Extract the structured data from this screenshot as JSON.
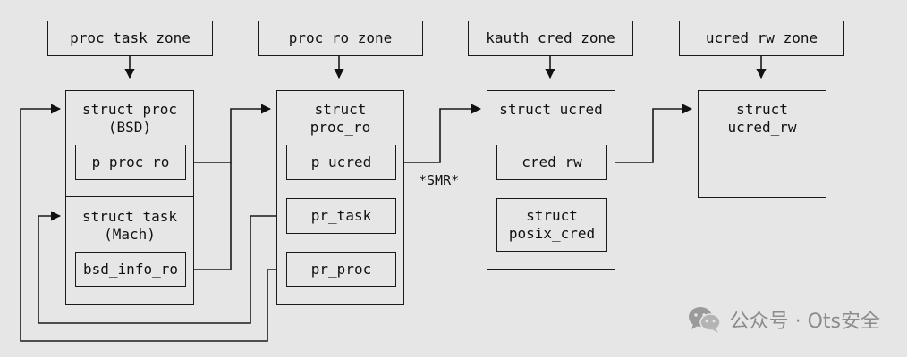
{
  "zones": {
    "proc_task": "proc_task_zone",
    "proc_ro": "proc_ro zone",
    "kauth_cred": "kauth_cred zone",
    "ucred_rw": "ucred_rw_zone"
  },
  "struct_proc": {
    "title": "struct proc",
    "subtitle": "(BSD)",
    "field": "p_proc_ro"
  },
  "struct_task": {
    "title": "struct task",
    "subtitle": "(Mach)",
    "field": "bsd_info_ro"
  },
  "struct_proc_ro": {
    "title": "struct\nproc_ro",
    "fields": [
      "p_ucred",
      "pr_task",
      "pr_proc"
    ]
  },
  "struct_ucred": {
    "title": "struct ucred",
    "fields": [
      "cred_rw",
      "struct\nposix_cred"
    ]
  },
  "struct_ucred_rw": {
    "title": "struct\nucred_rw"
  },
  "edge_label": "*SMR*",
  "watermark": {
    "text": "公众号 · Ots安全",
    "icon": "wechat-icon"
  }
}
